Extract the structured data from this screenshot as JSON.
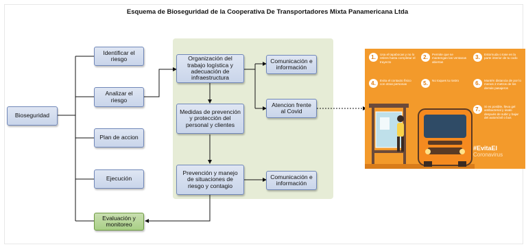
{
  "title": "Esquema de Bioseguridad de la Cooperativa De Transportadores Mixta Panamericana Ltda",
  "nodes": {
    "bioseguridad": "Bioseguridad",
    "identificar": "Identificar el riesgo",
    "analizar": "Analizar el riesgo",
    "plan": "Plan de accion",
    "ejecucion": "Ejecución",
    "evaluacion": "Evaluación y monitoreo",
    "organizacion": "Organización del trabajo logística y adecuación de infraestructura",
    "medidas": "Medidas de prevención y protección del personal y clientes",
    "prevencion": "Prevención y manejo de situaciones de riesgo y contagio",
    "comunicacion1": "Comunicación e información",
    "atencion": "Atencion frente al Covid",
    "comunicacion2": "Comunicación e información"
  },
  "poster": {
    "tips": [
      {
        "n": "1.",
        "text": "Usa el tapabocas y no lo retires hasta completar el trayecto"
      },
      {
        "n": "2.",
        "text": "Permite que se mantengan las ventanas abiertas"
      },
      {
        "n": "3.",
        "text": "Estornuda o tose en la parte interior de tu codo"
      },
      {
        "n": "4.",
        "text": "Evita el contacto físico con otras personas"
      },
      {
        "n": "5.",
        "text": "No toques tu rostro"
      },
      {
        "n": "6.",
        "text": "Mantén distancia de por lo menos 2 metros de los demás pasajeros"
      },
      {
        "n": "7.",
        "text": "Si es posible, lleva gel antibacterial y úsalo después de subir y bajar del automóvil o bus"
      }
    ],
    "hashtag": "#EvitaEl",
    "hashtag2": "Coronavirus",
    "colors": {
      "bg": "#f39a2b",
      "bus": "#f58a1f"
    }
  }
}
